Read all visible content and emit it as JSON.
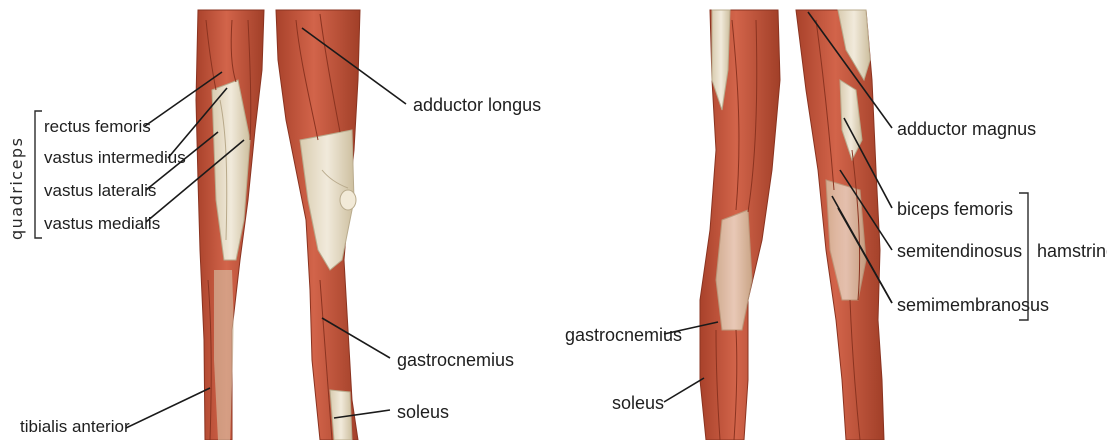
{
  "colors": {
    "muscle": "#c9553a",
    "muscle_dark": "#9c3a24",
    "muscle_light": "#dd7358",
    "tendon": "#ece3cf",
    "tendon_shadow": "#cfc3a6",
    "leader": "#1a1a1a",
    "text": "#1e1e1e"
  },
  "anterior": {
    "group_label": "quadriceps",
    "labels": {
      "rectus_femoris": "rectus femoris",
      "vastus_intermedius": "vastus intermedius",
      "vastus_lateralis": "vastus lateralis",
      "vastus_medialis": "vastus medialis",
      "adductor_longus": "adductor longus",
      "gastrocnemius": "gastrocnemius",
      "soleus": "soleus",
      "tibialis_anterior": "tibialis anterior"
    }
  },
  "posterior": {
    "group_label": "hamstrings",
    "labels": {
      "adductor_magnus": "adductor magnus",
      "biceps_femoris": "biceps femoris",
      "semitendinosus": "semitendinosus",
      "semimembranosus": "semimembranosus",
      "gastrocnemius": "gastrocnemius",
      "soleus": "soleus"
    }
  }
}
